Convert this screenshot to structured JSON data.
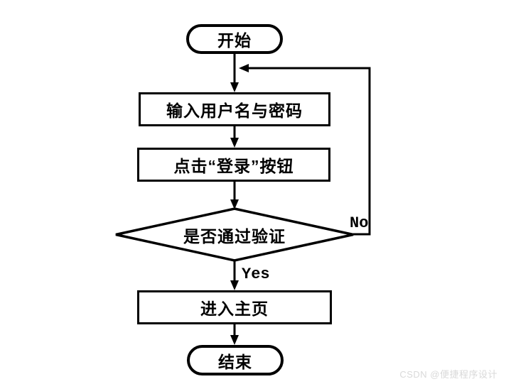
{
  "diagram_type": "flowchart",
  "nodes": [
    {
      "id": "start",
      "type": "terminator",
      "label": "开始"
    },
    {
      "id": "input",
      "type": "process",
      "label": "输入用户名与密码"
    },
    {
      "id": "click-login",
      "type": "process",
      "label": "点击“登录”按钮"
    },
    {
      "id": "verify",
      "type": "decision",
      "label": "是否通过验证"
    },
    {
      "id": "home",
      "type": "process",
      "label": "进入主页"
    },
    {
      "id": "end",
      "type": "terminator",
      "label": "结束"
    }
  ],
  "edges": [
    {
      "from": "start",
      "to": "input",
      "label": ""
    },
    {
      "from": "input",
      "to": "click-login",
      "label": ""
    },
    {
      "from": "click-login",
      "to": "verify",
      "label": ""
    },
    {
      "from": "verify",
      "to": "home",
      "label": "Yes"
    },
    {
      "from": "verify",
      "to": "input",
      "label": "No",
      "note": "loops back to line above 输入用户名与密码"
    },
    {
      "from": "home",
      "to": "end",
      "label": ""
    }
  ],
  "edge_labels": {
    "yes": "Yes",
    "no": "No"
  },
  "colors": {
    "stroke": "#000000",
    "node_fill": "#ffffff",
    "background": "#ffffff",
    "watermark": "#d9d9d9"
  },
  "watermark": {
    "text": "CSDN @便捷程序设计"
  }
}
